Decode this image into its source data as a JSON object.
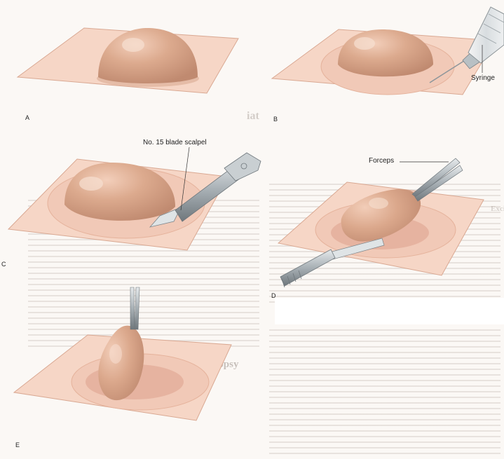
{
  "panels": [
    {
      "label": "A"
    },
    {
      "label": "B"
    },
    {
      "label": "C"
    },
    {
      "label": "D"
    },
    {
      "label": "E"
    }
  ],
  "callouts": {
    "syringe": "Syringe",
    "scalpel": "No. 15 blade scalpel",
    "forceps": "Forceps"
  },
  "bleed_headings": {
    "top": "iat",
    "middle": "Excision",
    "lower": "Shave Biopsy"
  },
  "colors": {
    "skin_sheet": "#f6d6c6",
    "sheet_edge": "#d9a892",
    "lesion": "#d9a487",
    "lesion_shadow": "#c58d72",
    "instrument": "#9aa3a8",
    "background": "#fbf8f5"
  }
}
